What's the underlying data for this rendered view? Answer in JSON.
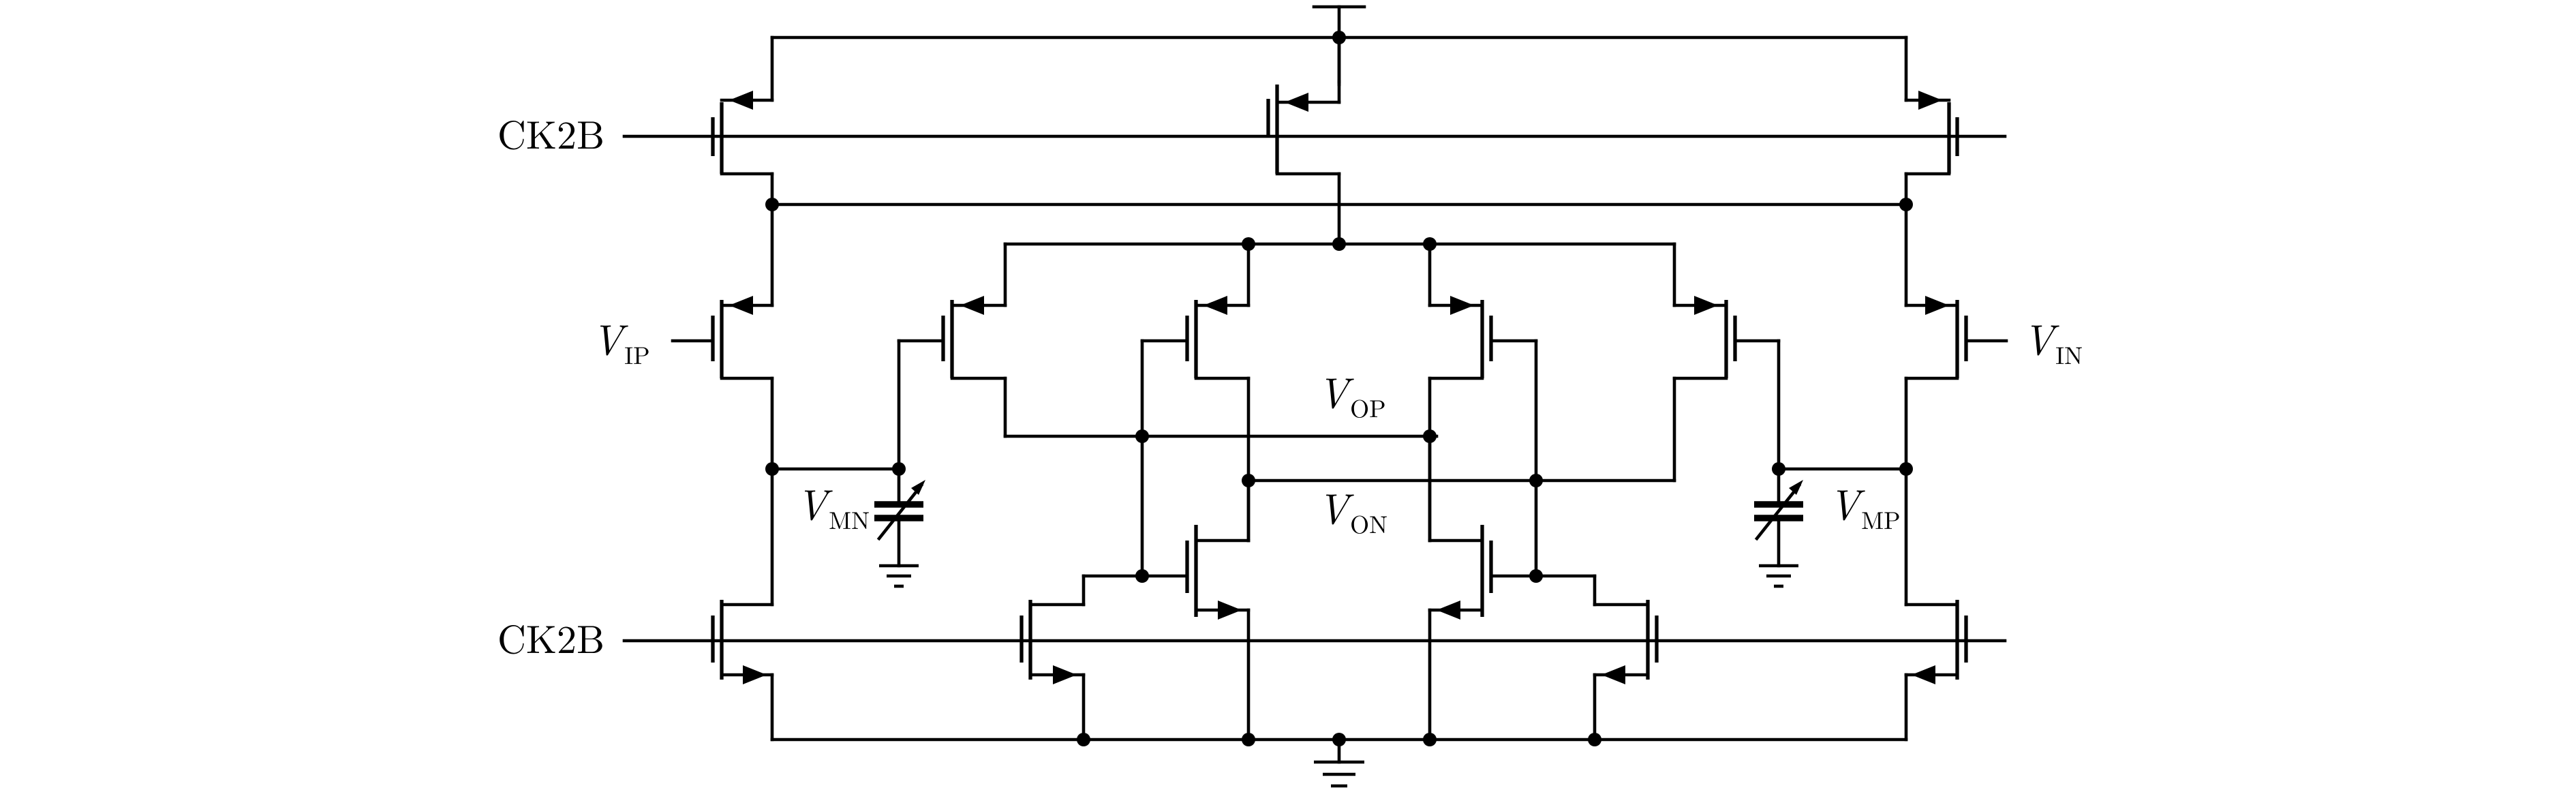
{
  "labels": {
    "clock_top": "CK2B",
    "clock_bottom": "CK2B",
    "vip": {
      "main": "V",
      "sub": "IP"
    },
    "vin": {
      "main": "V",
      "sub": "IN"
    },
    "vmn": {
      "main": "V",
      "sub": "MN"
    },
    "vmp": {
      "main": "V",
      "sub": "MP"
    },
    "vop": {
      "main": "V",
      "sub": "OP"
    },
    "von": {
      "main": "V",
      "sub": "ON"
    }
  }
}
